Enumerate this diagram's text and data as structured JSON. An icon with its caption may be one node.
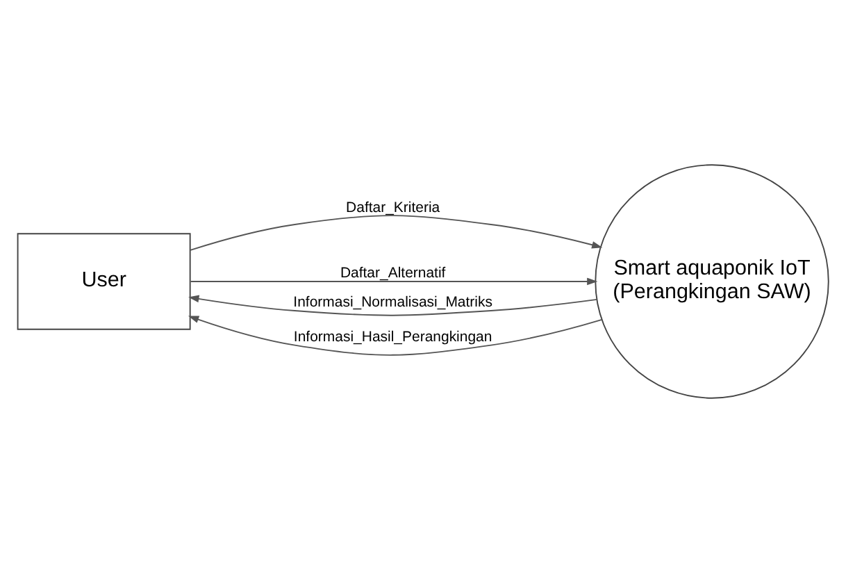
{
  "diagram": {
    "nodes": [
      {
        "text": [
          "User"
        ]
      },
      {
        "text": [
          "Smart aquaponik IoT (Perangkingan SAW)"
        ]
      }
    ],
    "edges": [
      {
        "from": 0,
        "to": 1,
        "arrow": "to",
        "label": "Daftar_Kriteria"
      },
      {
        "from": 0,
        "to": 1,
        "arrow": "to",
        "label": "Daftar_Alternatif"
      },
      {
        "from": 1,
        "to": 0,
        "arrow": "to",
        "label": "Informasi_Normalisasi_Matriks"
      },
      {
        "from": 1,
        "to": 0,
        "arrow": "to",
        "label": "Informasi_Hasil_Perangkingan"
      }
    ]
  }
}
